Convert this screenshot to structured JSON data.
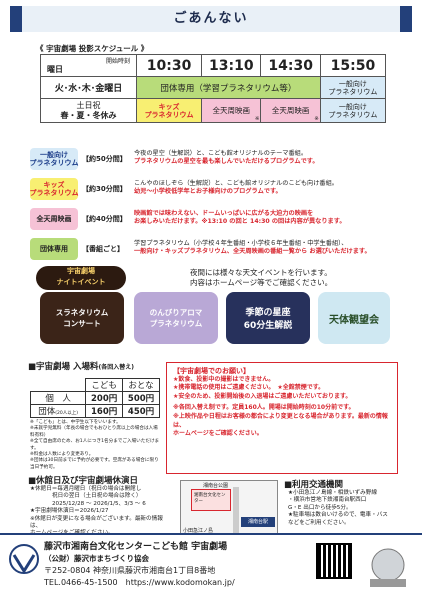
{
  "header": {
    "title": "ごあんない"
  },
  "schedule": {
    "subtitle": "《 宇宙劇場 投影スケジュール 》",
    "start_label": "開始時刻",
    "day_label": "曜日",
    "times": [
      "10:30",
      "13:10",
      "14:30",
      "15:50"
    ],
    "row1_label": "火･水･木･金曜日",
    "row1_group": "団体専用（学習プラネタリウム等）",
    "row1_general": "一般向け\nプラネタリウム",
    "row2_label1": "土日祝",
    "row2_label2": "春・夏・冬休み",
    "row2_kids": "キッズ\nプラネタリウム",
    "row2_full1": "全天周映画",
    "row2_full2": "全天周映画",
    "row2_general": "一般向け\nプラネタリウム",
    "mark": "※"
  },
  "programs": [
    {
      "label": "一般向け\nプラネタリウム",
      "dur": "【約50分間】",
      "l1": "今夜の星空（生解説）と、こども館オリジナルのテーマ番組。",
      "l2": "プラネタリウムの星空を最も楽しんでいただけるプログラムです。"
    },
    {
      "label": "キッズ\nプラネタリウム",
      "dur": "【約30分間】",
      "l1": "こんやのほしぞら（生解説）と、こども館オリジナルのこども向け番組。",
      "l2": "幼児～小学校低学年とお子様向けのプログラムです。"
    },
    {
      "label": "全天周映画",
      "dur": "【約40分間】",
      "l1": "映画館では味わえない、ドームいっぱいに広がる大迫力の映画を",
      "l2": "お楽しみいただけます。※13:10 の回と 14:30 の回は内容が異なります。"
    },
    {
      "label": "団体専用",
      "dur": "【番組ごと】",
      "l1": "学習プラネタリウム（小学校４年生番組・小学校６年生番組・中学生番組）、",
      "l2": "一般向け・キッズプラネタリウム、全天周映画の番組一覧から お選びいただけます。"
    }
  ],
  "night": {
    "badge1": "宇宙劇場",
    "badge2": "ナイトイベント",
    "l1": "夜間には様々な天文イベントを行います。",
    "l2": "内容はホームページ等でご確認ください。"
  },
  "events": [
    "スラネタリウム\nコンサート",
    "のんびりアロマ\nプラネタリウム",
    "季節の星座\n60分生解説",
    "天体観望会"
  ],
  "fee": {
    "title": "■宇宙劇場 入場料",
    "note": "(各回入替え)",
    "h_child": "こども",
    "h_adult": "おとな",
    "r1": "個　人",
    "r1c": "200円",
    "r1a": "500円",
    "r2": "団体",
    "r2n": "(20人以上)",
    "r2c": "160円",
    "r2a": "450円"
  },
  "fee_notes": [
    "※「こども」とは、中学生以下をいいます。",
    "※未就学児無料（年長の場合でもおひとり席以上の場合は入場料有料）",
    "※全て自由席のため、お1人につき1名分までご入場いただけます。",
    "※料金は人数により変更あり。",
    "※団体は30日前までに予約が必要です。空席がある場合に限り当日予約可。"
  ],
  "hours": {
    "title": "■休館日及び宇宙劇場休演日",
    "l1": "★休館日＝毎週月曜日（祝日の場合は開館し",
    "l2": "祝日の翌日（土日祝の場合は除く）",
    "l3": "2025/12/28 ～ 2026/1/5、3/3 ～ 6",
    "l4": "★宇宙劇場休演日＝2026/1/27",
    "l5": "※休館日が変更になる場合がございます。最新の情報は、",
    "l6": "ホームページをご確認ください。"
  },
  "notice": {
    "title": "【宇宙劇場でのお願い】",
    "l1": "★飲食、投影中の撮影はできません。",
    "l2": "★携帯電話の使用はご遠慮ください。　★全館禁煙です。",
    "l3": "★安全のため、投影開始後の入退場はご遠慮いただいております。",
    "l4": "※各回入替え制です。定員160人。開場は開始時刻の10分前です。",
    "l5": "※上映作品や日程はお客様の都合により変更となる場合があります。最新の情報は、",
    "l6": "ホームページをご確認ください。"
  },
  "access": {
    "title": "■利用交通機関",
    "l1": "★小田急江ノ島線・相鉄いずみ野線",
    "l2": "・横浜市営地下鉄湘南台駅西口",
    "l3": "G・E 出口から徒歩5分。",
    "l4": "★駐車場は数台いけるので、電車・バス",
    "l5": "などをご利用ください。"
  },
  "map": {
    "l1": "湘南台公園",
    "l2": "湘南台文化センター",
    "l3": "湘南台駅",
    "l4": "小田急江ノ島"
  },
  "footer": {
    "title": "藤沢市湘南台文化センターこども館 宇宙劇場",
    "org": "（公財）藤沢市まちづくり協会",
    "addr": "〒252-0804 神奈川県藤沢市湘南台1丁目8番地",
    "tel": "TEL.0466-45-1500",
    "url": "https://www.kodomokan.jp/"
  }
}
